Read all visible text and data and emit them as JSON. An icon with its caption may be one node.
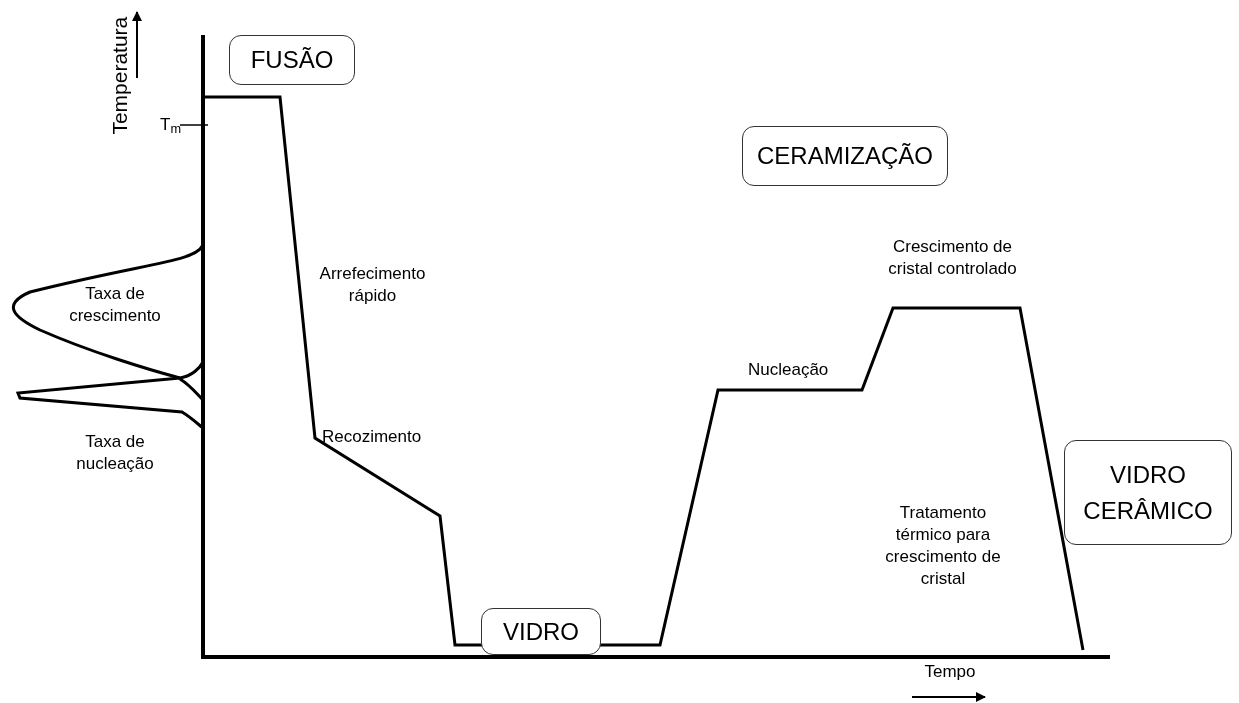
{
  "diagram": {
    "nodes": [
      {
        "text": [
          "FUSÃO"
        ]
      },
      {
        "text": [
          "CERAMIZAÇÃO"
        ]
      },
      {
        "text": [
          "VIDRO"
        ]
      },
      {
        "text": [
          "VIDRO CERÂMICO"
        ]
      }
    ],
    "labels": [
      "Temperatura",
      "T$_{m}$",
      "Taxa de crescimento",
      "Arrefecimento rápido",
      "Crescimento de cristal controlado",
      "Nucleação",
      "Recozimento",
      "Taxa de nucleação",
      "Tratamento térmico para crescimento de cristal",
      "Tempo"
    ]
  }
}
